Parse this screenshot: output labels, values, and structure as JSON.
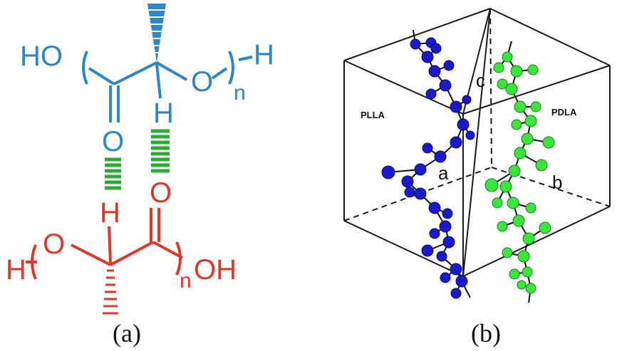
{
  "panel_a": {
    "caption": "(a)",
    "colors": {
      "top_chain": "#2e86c9",
      "bottom_chain": "#d93a2b",
      "hbond": "#2ea836"
    },
    "top": {
      "HO": "HO",
      "O_ring": "O",
      "n": "n",
      "H_end": "H",
      "O_carbonyl": "O",
      "H_alpha": "H"
    },
    "bottom": {
      "H_end": "H",
      "O_ring": "O",
      "OH": "OH",
      "n": "n",
      "O_carbonyl": "O",
      "H_alpha": "H"
    }
  },
  "panel_b": {
    "caption": "(b)",
    "labels": {
      "plla": "PLLA",
      "pdla": "PDLA",
      "a": "a",
      "b": "b",
      "c": "c"
    },
    "colors": {
      "plla": "#1a1acc",
      "pdla": "#39e639",
      "frame": "#1a1a1a"
    }
  }
}
